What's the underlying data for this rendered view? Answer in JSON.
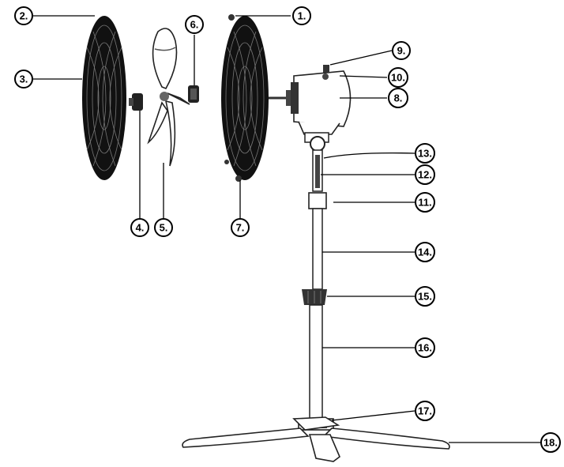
{
  "callouts": [
    {
      "id": "1",
      "label": "1."
    },
    {
      "id": "2",
      "label": "2."
    },
    {
      "id": "3",
      "label": "3."
    },
    {
      "id": "4",
      "label": "4."
    },
    {
      "id": "5",
      "label": "5."
    },
    {
      "id": "6",
      "label": "6."
    },
    {
      "id": "7",
      "label": "7."
    },
    {
      "id": "8",
      "label": "8."
    },
    {
      "id": "9",
      "label": "9."
    },
    {
      "id": "10",
      "label": "10."
    },
    {
      "id": "11",
      "label": "11."
    },
    {
      "id": "12",
      "label": "12."
    },
    {
      "id": "13",
      "label": "13."
    },
    {
      "id": "14",
      "label": "14."
    },
    {
      "id": "15",
      "label": "15."
    },
    {
      "id": "16",
      "label": "16."
    },
    {
      "id": "17",
      "label": "17."
    },
    {
      "id": "18",
      "label": "18."
    }
  ],
  "colors": {
    "ink": "#000000",
    "grill": "#111111",
    "background": "#ffffff"
  }
}
